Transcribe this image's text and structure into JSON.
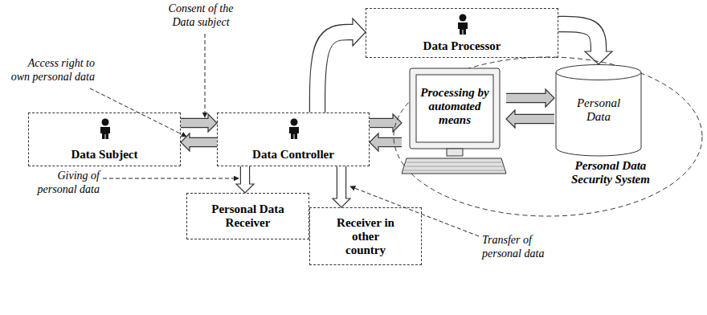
{
  "diagram": {
    "nodes": [
      {
        "text": [
          "Data Subject"
        ]
      },
      {
        "text": [
          "Data Controller"
        ]
      },
      {
        "text": [
          "Data Processor"
        ]
      },
      {
        "text": [
          "Personal Data Security System"
        ]
      },
      {
        "text": [
          "Processing by automated means"
        ],
        "in": 3
      },
      {
        "text": [
          "Personal Data"
        ],
        "in": 3
      },
      {
        "text": [
          "Personal Data Receiver"
        ]
      },
      {
        "text": [
          "Receiver in other country"
        ]
      }
    ],
    "edges": [
      {
        "from": 0,
        "to": 1,
        "arrow": "to"
      },
      {
        "from": 1,
        "to": 0,
        "arrow": "to"
      },
      {
        "from": 1,
        "to": 2,
        "arrow": "to"
      },
      {
        "from": 2,
        "to": 5,
        "arrow": "to"
      },
      {
        "from": 1,
        "to": 4,
        "arrow": "to"
      },
      {
        "from": 4,
        "to": 1,
        "arrow": "to"
      },
      {
        "from": 4,
        "to": 5,
        "arrow": "to"
      },
      {
        "from": 5,
        "to": 4,
        "arrow": "to"
      },
      {
        "from": 1,
        "to": 6,
        "arrow": "to"
      },
      {
        "from": 1,
        "to": 7,
        "arrow": "to"
      }
    ],
    "labels": [
      "Consent of the Data subject",
      "Access right to own personal data",
      "Giving of personal data",
      "Transfer of personal data"
    ]
  }
}
